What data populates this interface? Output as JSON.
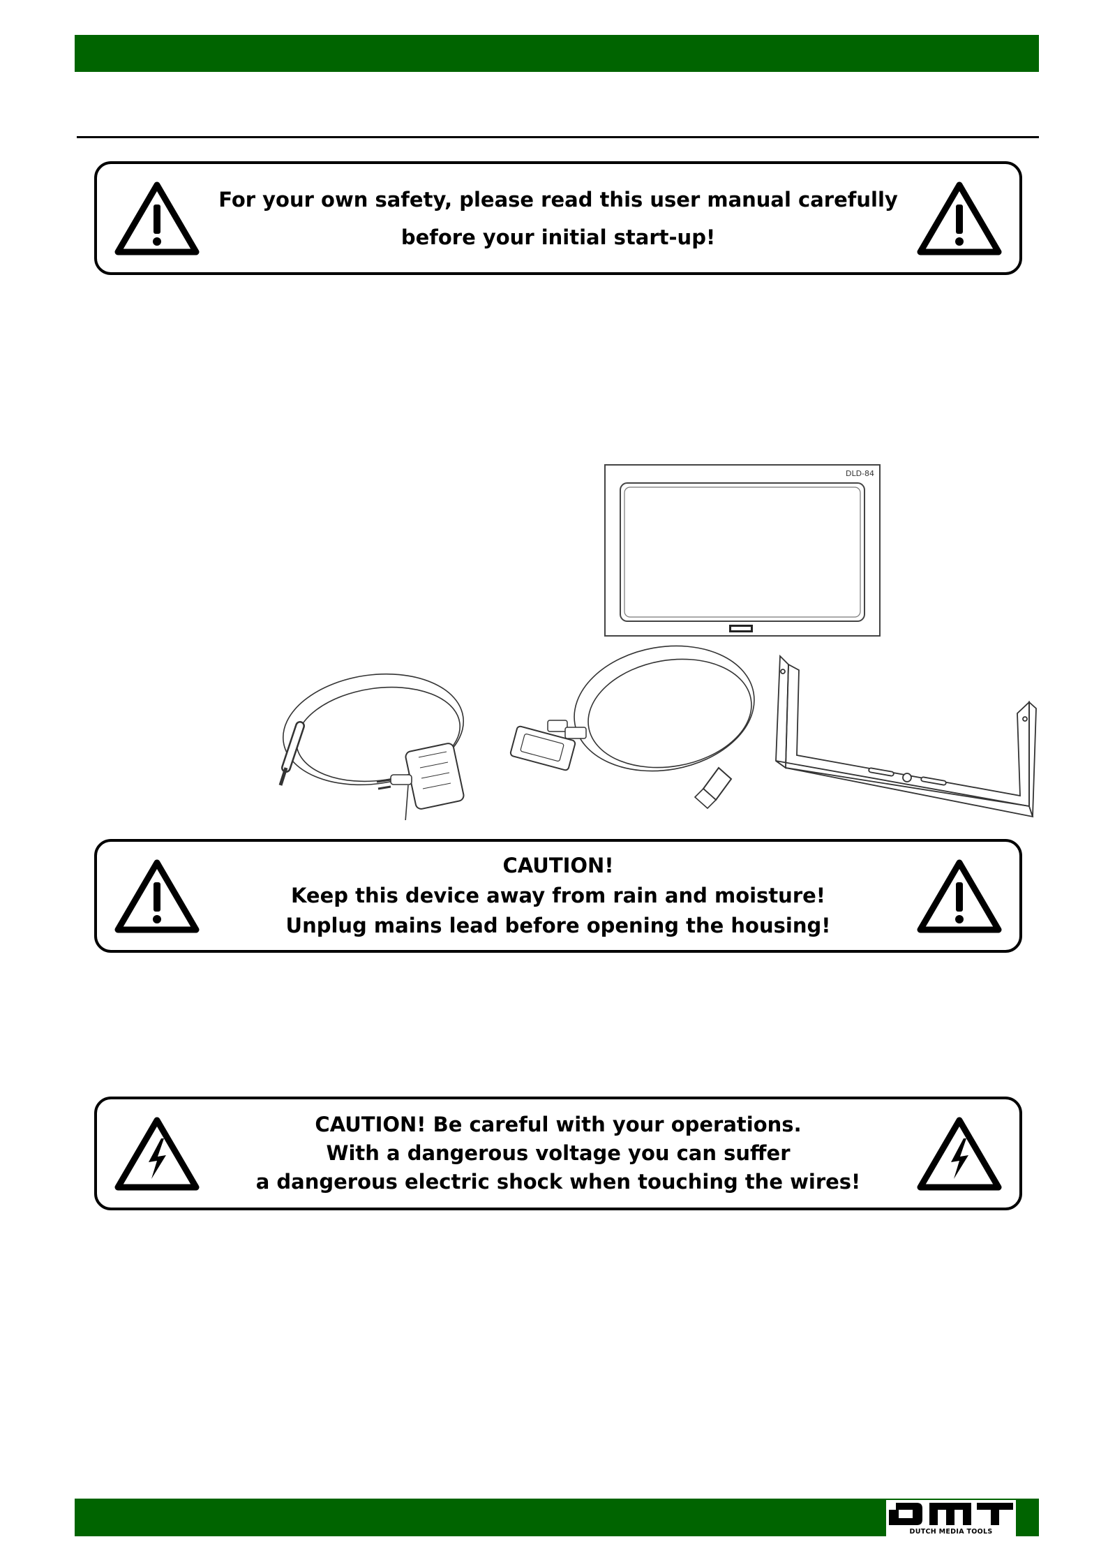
{
  "header": {
    "bar_color": "#006400"
  },
  "safety_notice": {
    "icon": "warning-triangle-icon",
    "lines": [
      "For your own safety, please read this user manual carefully",
      "before your initial start-up!"
    ]
  },
  "product_figure": {
    "items": [
      "power-adapter",
      "dvi-hdmi-cable",
      "display",
      "mounting-bracket"
    ],
    "display_label": "DLD-84"
  },
  "caution_notice": {
    "icon": "warning-triangle-icon",
    "lines": [
      "CAUTION!",
      "Keep this device away from rain and moisture!",
      "Unplug mains lead before opening the housing!"
    ]
  },
  "voltage_notice": {
    "icon": "high-voltage-icon",
    "lines": [
      "CAUTION! Be careful with your operations.",
      "With a dangerous voltage you can suffer",
      "a dangerous electric shock when touching the wires!"
    ]
  },
  "footer": {
    "bar_color": "#006400",
    "logo": {
      "name": "DMT",
      "tagline": "DUTCH MEDIA TOOLS"
    }
  }
}
